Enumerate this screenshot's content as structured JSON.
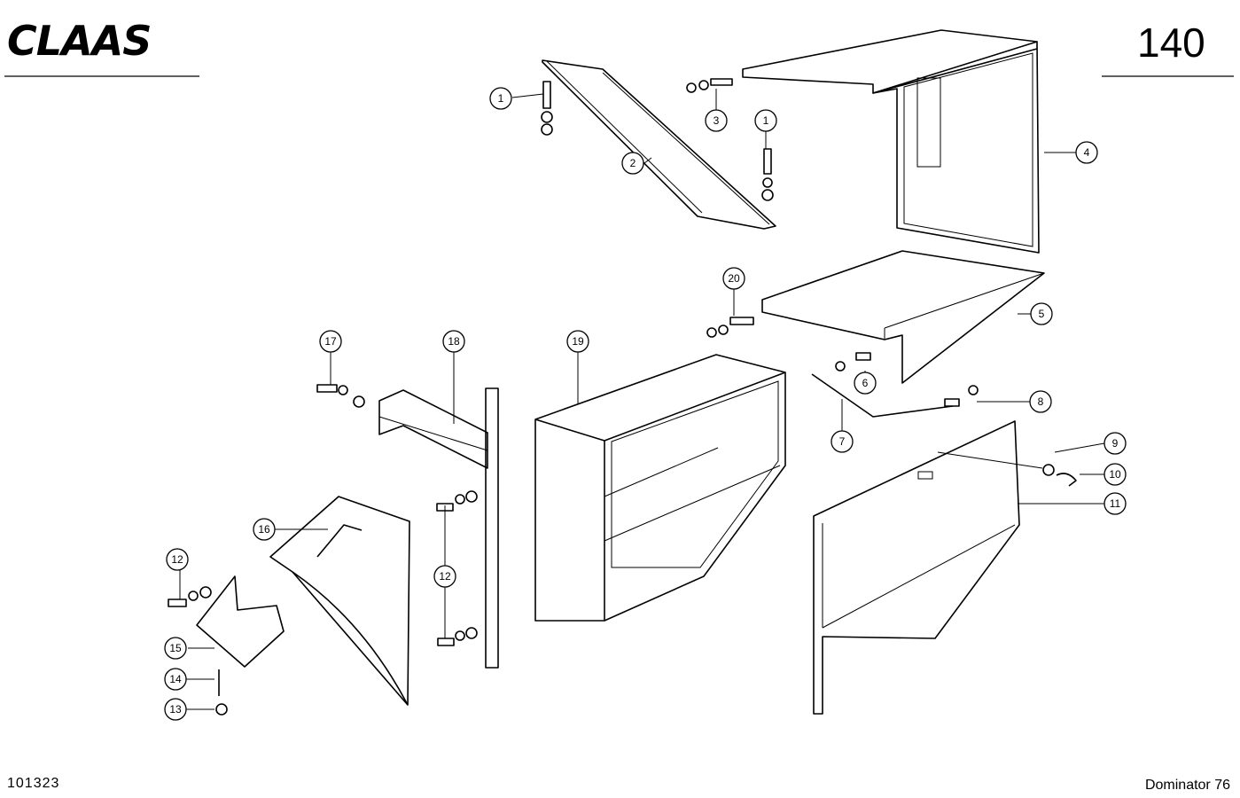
{
  "header": {
    "brand": "CLAAS",
    "page_number": "140"
  },
  "footer": {
    "drawing_number": "101323",
    "model": "Dominator 76"
  },
  "callouts": [
    "1",
    "1",
    "2",
    "3",
    "4",
    "5",
    "6",
    "7",
    "8",
    "9",
    "10",
    "11",
    "12",
    "12",
    "13",
    "14",
    "15",
    "16",
    "17",
    "18",
    "19",
    "20"
  ]
}
